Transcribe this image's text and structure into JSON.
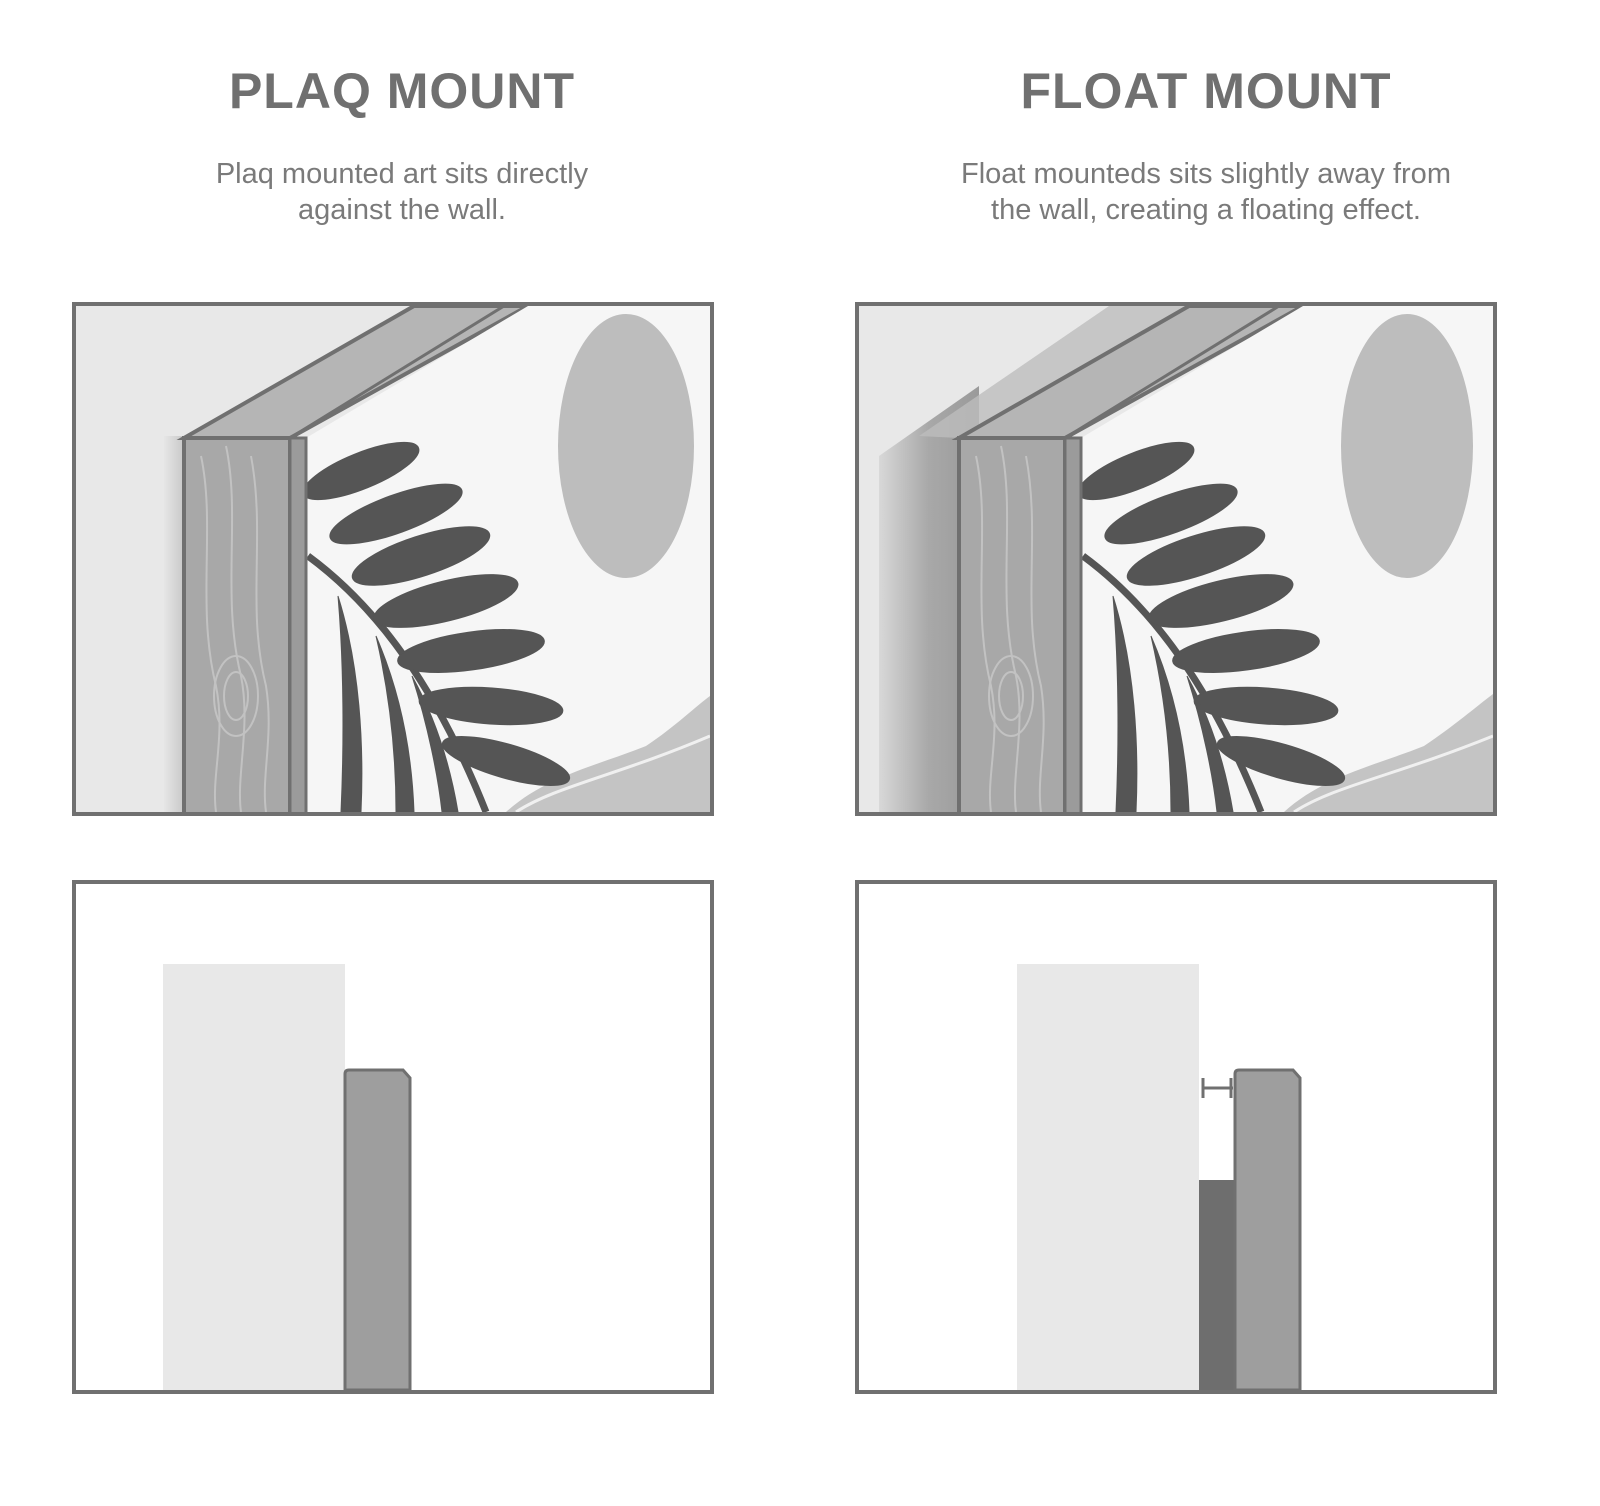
{
  "left": {
    "title": "PLAQ MOUNT",
    "description_line1": "Plaq mounted art sits directly",
    "description_line2": "against the wall."
  },
  "right": {
    "title": "FLOAT MOUNT",
    "description_line1": "Float mounteds sits slightly away from",
    "description_line2": "the wall, creating a floating effect."
  },
  "colors": {
    "text": "#707070",
    "border": "#707070",
    "wall": "#e8e8e8",
    "wood": "#a8a8a8",
    "leaf": "#555555",
    "bracket": "#6e6e6e",
    "panel_section": "#9e9e9e"
  }
}
